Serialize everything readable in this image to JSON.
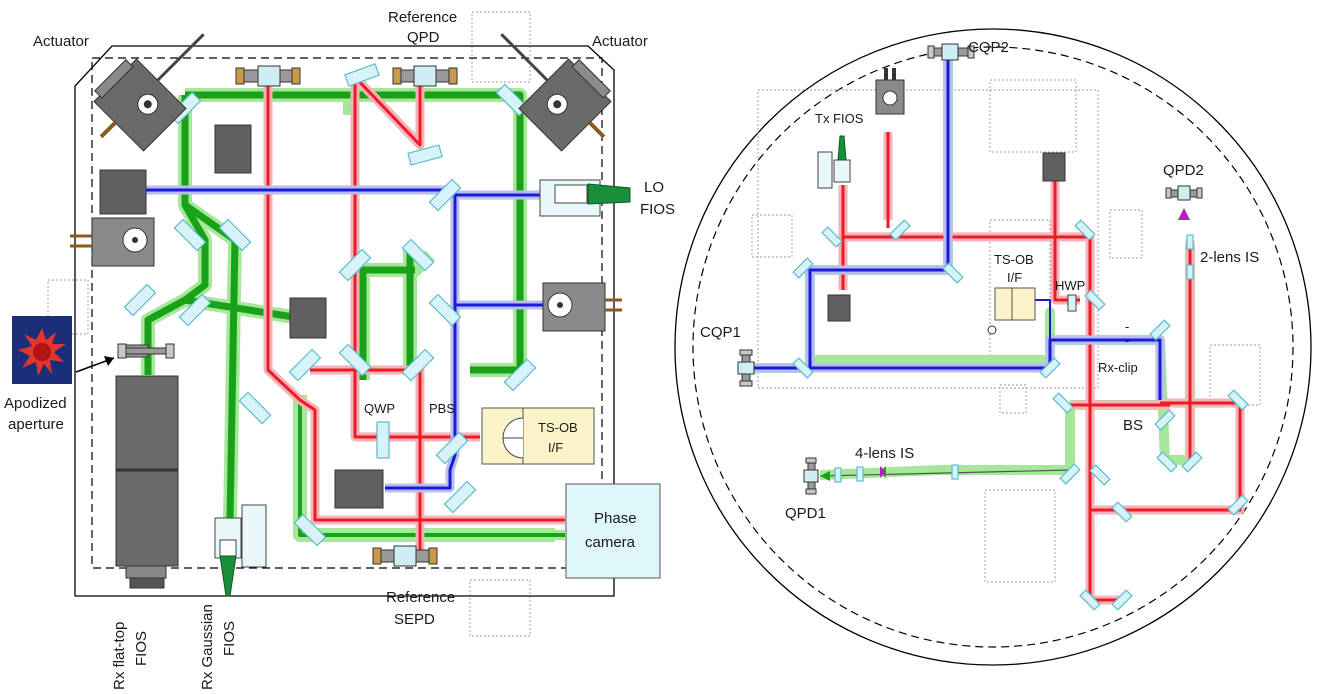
{
  "left_bench": {
    "labels": {
      "actuator_left": "Actuator",
      "actuator_right": "Actuator",
      "reference_qpd_line1": "Reference",
      "reference_qpd_line2": "QPD",
      "lo_fios_line1": "LO",
      "lo_fios_line2": "FIOS",
      "apodized_line1": "Apodized",
      "apodized_line2": "aperture",
      "qwp": "QWP",
      "pbs": "PBS",
      "tsob_line1": "TS-OB",
      "tsob_line2": "I/F",
      "phase_camera_line1": "Phase",
      "phase_camera_line2": "camera",
      "reference_sepd_line1": "Reference",
      "reference_sepd_line2": "SEPD",
      "rx_flat_top_line1": "Rx flat-top",
      "rx_flat_top_line2": "FIOS",
      "rx_gaussian_line1": "Rx Gaussian",
      "rx_gaussian_line2": "FIOS"
    }
  },
  "right_bench": {
    "labels": {
      "cqp2": "CQP2",
      "tx_fios": "Tx FIOS",
      "qpd2": "QPD2",
      "two_lens_is": "2-lens IS",
      "tsob_line1": "TS-OB",
      "tsob_line2": "I/F",
      "hwp": "HWP",
      "cqp1": "CQP1",
      "rx_clip": "Rx-clip",
      "bs": "BS",
      "four_lens_is": "4-lens IS",
      "qpd1": "QPD1"
    }
  },
  "colors": {
    "green_beam": "#1aa11a",
    "green_halo": "#a6e89a",
    "red_beam": "#ee1b24",
    "red_halo": "#f4b3b8",
    "blue_beam": "#1b1bd6",
    "blue_halo": "#b8bdf2",
    "optic_fill": "#d7f3f7",
    "optic_stroke": "#5bbccd",
    "component_gray": "#606060",
    "tsob_fill": "#fdf3c9",
    "camera_fill": "#dff7fa"
  }
}
